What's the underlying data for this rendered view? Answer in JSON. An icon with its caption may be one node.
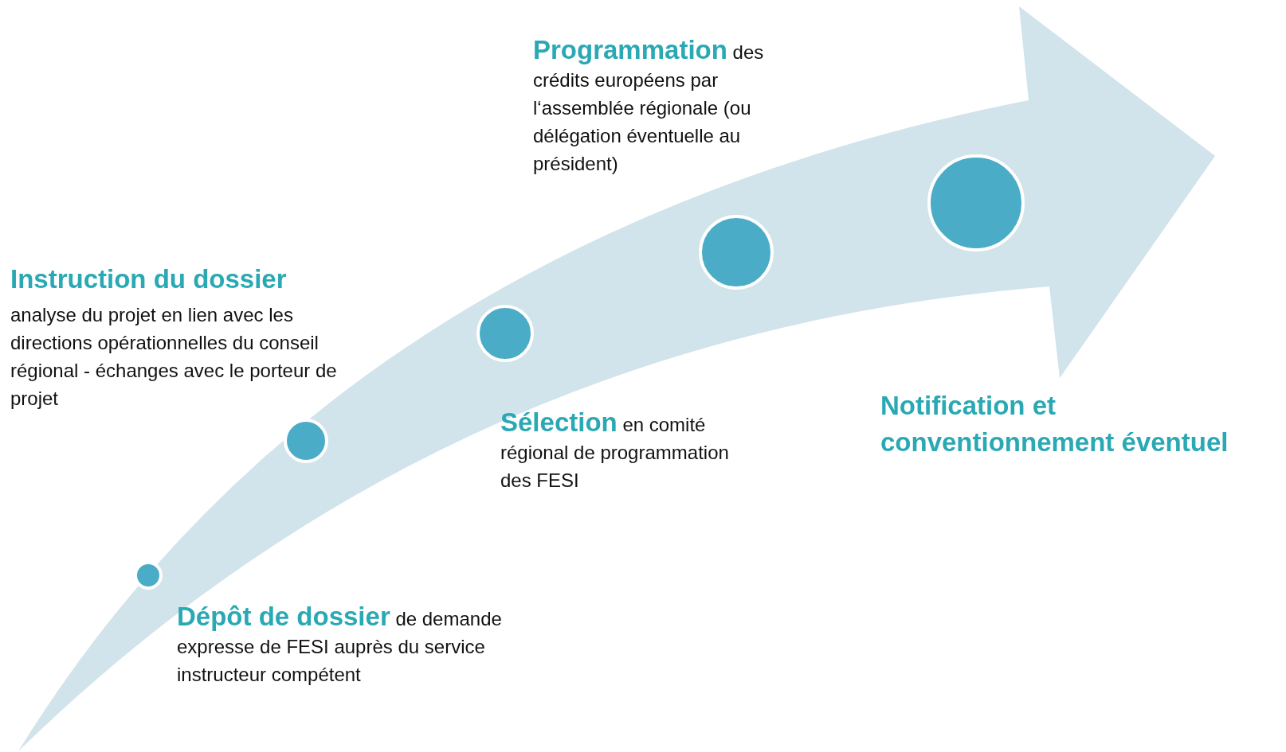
{
  "diagram": {
    "nodes": [
      {
        "text": [],
        "shape": "circle",
        "beside": [
          "**Dépôt de dossier** de demande expresse de FESI auprès du service instructeur compétent"
        ]
      },
      {
        "text": [],
        "shape": "circle",
        "beside": [
          "Instruction du dossier",
          "analyse du projet en lien avec les directions opérationnelles du conseil régional - échanges avec le porteur de projet"
        ]
      },
      {
        "text": [],
        "shape": "circle",
        "beside": [
          "**Sélection** en comité régional de programmation des FESI"
        ]
      },
      {
        "text": [],
        "shape": "circle",
        "beside": [
          "**Programmation**  des crédits européens par l‘assemblée régionale (ou délégation éventuelle au président)"
        ]
      },
      {
        "text": [],
        "shape": "circle"
      }
    ],
    "labels": [
      "Notification et conventionnement éventuel"
    ]
  }
}
